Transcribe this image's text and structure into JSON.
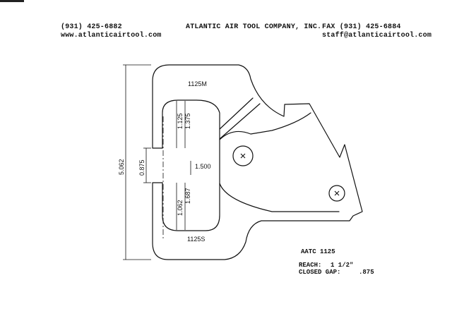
{
  "header": {
    "phone": "(931) 425-6882",
    "website": "www.atlanticairtool.com",
    "company": "ATLANTIC AIR TOOL COMPANY, INC.",
    "fax": "FAX (931) 425-6884",
    "email": "staff@atlanticairtool.com"
  },
  "drawing": {
    "upper_jaw_label": "1125M",
    "lower_jaw_label": "1125S",
    "dim_height": "5.062",
    "dim_gap": "0.875",
    "dim_throat": "1.500",
    "dim_upper_inner": "1.125",
    "dim_upper_outer": "1.375",
    "dim_lower_inner": "1.062",
    "dim_lower_outer": "1.687"
  },
  "info": {
    "model": "AATC 1125",
    "reach_label": "REACH:",
    "reach_value": "1 1/2\"",
    "gap_label": "CLOSED GAP:",
    "gap_value": ".875"
  },
  "colors": {
    "ink": "#111111",
    "paper": "#ffffff"
  }
}
